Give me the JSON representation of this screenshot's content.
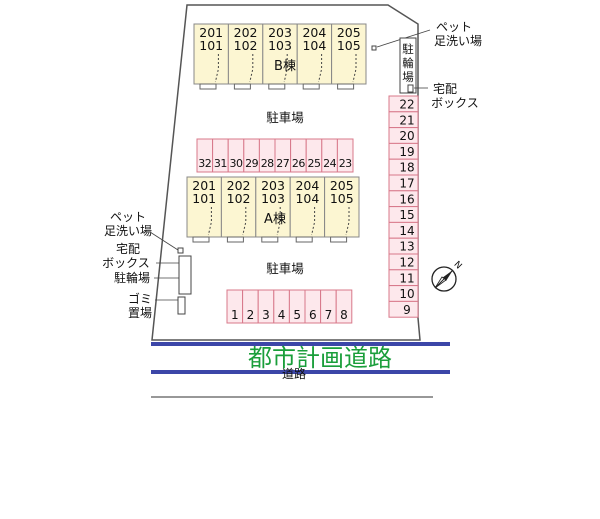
{
  "colors": {
    "unit_fill": "#fcf6d2",
    "parking_fill": "#fde8ec",
    "parking_stroke": "#d8788a",
    "site_stroke": "#555555",
    "road_line": "#3c46a8",
    "road_text": "#1a9e3a"
  },
  "building_b": {
    "label": "B棟",
    "units": [
      {
        "top": "201",
        "bottom": "101"
      },
      {
        "top": "202",
        "bottom": "102"
      },
      {
        "top": "203",
        "bottom": "103"
      },
      {
        "top": "204",
        "bottom": "104"
      },
      {
        "top": "205",
        "bottom": "105"
      }
    ]
  },
  "building_a": {
    "label": "A棟",
    "units": [
      {
        "top": "201",
        "bottom": "101"
      },
      {
        "top": "202",
        "bottom": "102"
      },
      {
        "top": "203",
        "bottom": "103"
      },
      {
        "top": "204",
        "bottom": "104"
      },
      {
        "top": "205",
        "bottom": "105"
      }
    ]
  },
  "parking_upper": {
    "label": "駐車場",
    "slots": [
      "32",
      "31",
      "30",
      "29",
      "28",
      "27",
      "26",
      "25",
      "24",
      "23"
    ]
  },
  "parking_lower": {
    "label": "駐車場",
    "slots": [
      "1",
      "2",
      "3",
      "4",
      "5",
      "6",
      "7",
      "8"
    ]
  },
  "parking_right": {
    "slots": [
      "22",
      "21",
      "20",
      "19",
      "18",
      "17",
      "16",
      "15",
      "14",
      "13",
      "12",
      "11",
      "10",
      "9"
    ]
  },
  "facilities": {
    "pet_wash_top": [
      "ペット",
      "足洗い場"
    ],
    "bicycle_top": [
      "駐",
      "輪",
      "場"
    ],
    "delivery_box_top": [
      "宅配",
      "ボックス"
    ],
    "pet_wash_left": [
      "ペット",
      "足洗い場"
    ],
    "delivery_box_left": [
      "宅配",
      "ボックス"
    ],
    "bicycle_left": "駐輪場",
    "garbage_left": [
      "ゴミ",
      "置場"
    ]
  },
  "road": {
    "plan_label": "都市計画道路",
    "label": "道路"
  },
  "compass": {
    "north": "N"
  }
}
